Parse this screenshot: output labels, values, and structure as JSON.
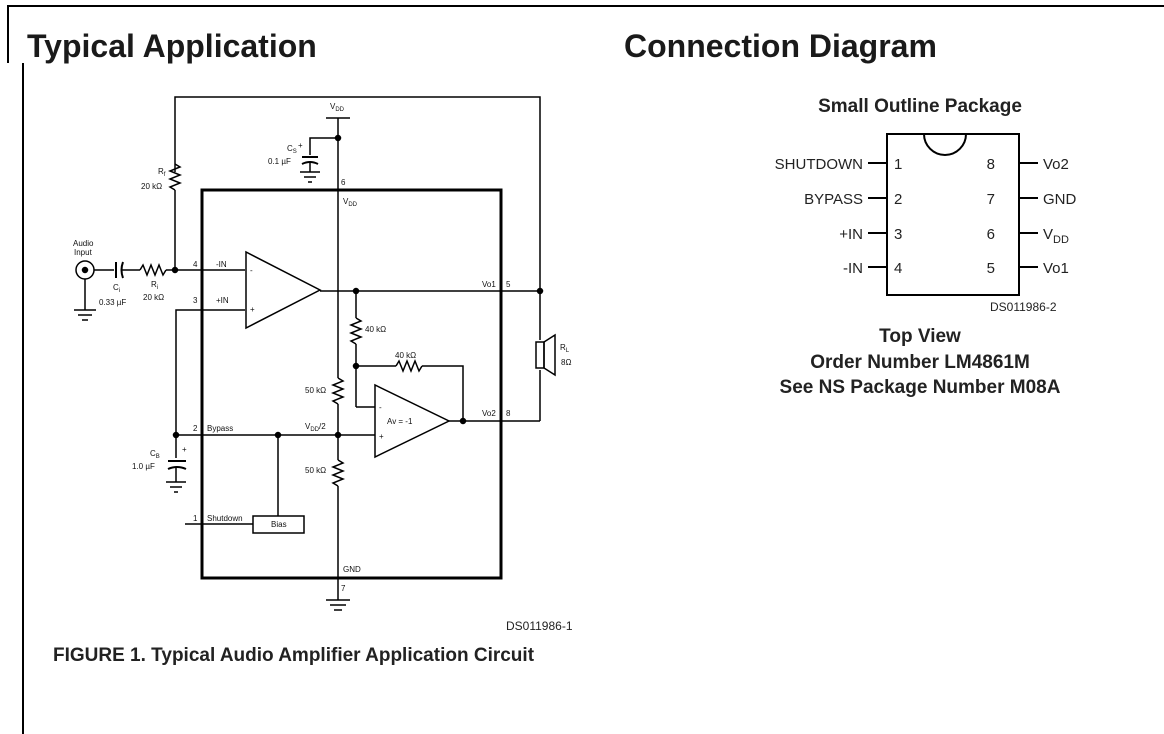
{
  "left_section": {
    "heading": "Typical Application",
    "figure_caption": "FIGURE 1. Typical Audio Amplifier Application Circuit",
    "figure_id": "DS011986-1",
    "circuit": {
      "audio_input_1": "Audio",
      "audio_input_2": "Input",
      "ci_name": "C",
      "ci_sub": "i",
      "ci_value": "0.33 µF",
      "ri_name": "R",
      "ri_sub": "i",
      "ri_value": "20 kΩ",
      "rf_name": "R",
      "rf_sub": "f",
      "rf_value": "20 kΩ",
      "cs_name": "C",
      "cs_sub": "S",
      "cs_value": "0.1 µF",
      "cb_name": "C",
      "cb_sub": "B",
      "cb_value": "1.0 µF",
      "rl_name": "R",
      "rl_sub": "L",
      "rl_value": "8Ω",
      "vdd_top_main": "V",
      "vdd_top_sub": "DD",
      "vdd_inner_main": "V",
      "vdd_inner_sub": "DD",
      "vdd2_main": "V",
      "vdd2_sub": "DD",
      "vdd2_suffix": "/2",
      "pin6": "6",
      "pin4": "4",
      "pin4_label": "-IN",
      "pin3": "3",
      "pin3_label": "+IN",
      "pin2": "2",
      "pin2_label": "Bypass",
      "pin1": "1",
      "pin1_label": "Shutdown",
      "pin5": "5",
      "pin5_label": "Vo1",
      "pin8": "8",
      "pin8_label": "Vo2",
      "pin7": "7",
      "gnd_label": "GND",
      "r40k_a": "40 kΩ",
      "r40k_b": "40 kΩ",
      "r50k_a": "50 kΩ",
      "r50k_b": "50 kΩ",
      "av_label": "Av = -1",
      "bias_label": "Bias",
      "opamp1_minus": "-",
      "opamp1_plus": "+",
      "opamp2_minus": "-",
      "opamp2_plus": "+",
      "cs_plus": "+",
      "cb_plus": "+"
    }
  },
  "right_section": {
    "heading": "Connection Diagram",
    "package_title": "Small Outline Package",
    "figure_id": "DS011986-2",
    "pins_left": [
      {
        "num": "1",
        "label": "SHUTDOWN"
      },
      {
        "num": "2",
        "label": "BYPASS"
      },
      {
        "num": "3",
        "label": "+IN"
      },
      {
        "num": "4",
        "label": "-IN"
      }
    ],
    "pins_right": [
      {
        "num": "8",
        "label": "Vo2",
        "sub": ""
      },
      {
        "num": "7",
        "label": "GND",
        "sub": ""
      },
      {
        "num": "6",
        "label": "V",
        "sub": "DD"
      },
      {
        "num": "5",
        "label": "Vo1",
        "sub": ""
      }
    ],
    "top_view": "Top View",
    "order_number": "Order Number LM4861M",
    "ns_package": "See NS Package Number M08A"
  }
}
